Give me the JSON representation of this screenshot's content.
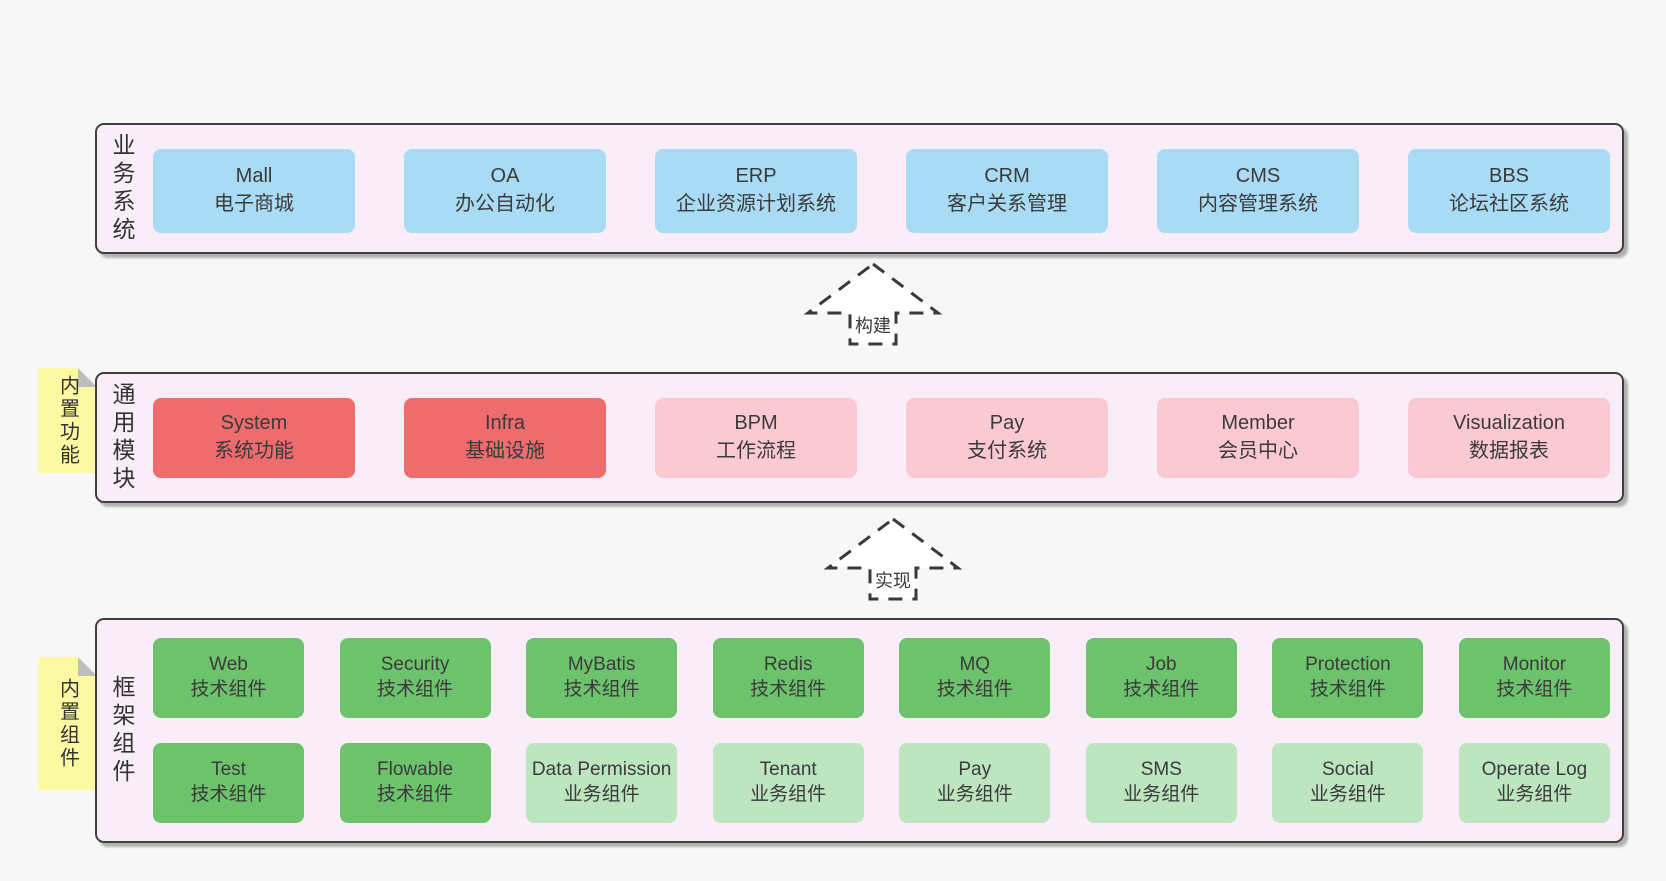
{
  "colors": {
    "page_bg": "#f7f7f7",
    "container_bg": "#f9edf7",
    "container_border": "#3f3f3f",
    "blue_box": "#a9dbf5",
    "red_box": "#ee6b6e",
    "pink_box": "#fbc9d3",
    "green_box": "#6cc36c",
    "light_green_box": "#bce5c0",
    "sticky_yellow": "#fbfaa3",
    "text": "#3b3b3b"
  },
  "arrows": {
    "build": {
      "label": "构建"
    },
    "implement": {
      "label": "实现"
    }
  },
  "sections": {
    "business": {
      "side_label": "业务系统",
      "boxes": [
        {
          "title": "Mall",
          "subtitle": "电子商城",
          "variant": "blue"
        },
        {
          "title": "OA",
          "subtitle": "办公自动化",
          "variant": "blue"
        },
        {
          "title": "ERP",
          "subtitle": "企业资源计划系统",
          "variant": "blue"
        },
        {
          "title": "CRM",
          "subtitle": "客户关系管理",
          "variant": "blue"
        },
        {
          "title": "CMS",
          "subtitle": "内容管理系统",
          "variant": "blue"
        },
        {
          "title": "BBS",
          "subtitle": "论坛社区系统",
          "variant": "blue"
        }
      ]
    },
    "modules": {
      "side_label": "通用模块",
      "sticky_label": "内置功能",
      "boxes": [
        {
          "title": "System",
          "subtitle": "系统功能",
          "variant": "red"
        },
        {
          "title": "Infra",
          "subtitle": "基础设施",
          "variant": "red"
        },
        {
          "title": "BPM",
          "subtitle": "工作流程",
          "variant": "pink"
        },
        {
          "title": "Pay",
          "subtitle": "支付系统",
          "variant": "pink"
        },
        {
          "title": "Member",
          "subtitle": "会员中心",
          "variant": "pink"
        },
        {
          "title": "Visualization",
          "subtitle": "数据报表",
          "variant": "pink"
        }
      ]
    },
    "components": {
      "side_label": "框架组件",
      "sticky_label": "内置组件",
      "row1": [
        {
          "title": "Web",
          "subtitle": "技术组件",
          "variant": "green"
        },
        {
          "title": "Security",
          "subtitle": "技术组件",
          "variant": "green"
        },
        {
          "title": "MyBatis",
          "subtitle": "技术组件",
          "variant": "green"
        },
        {
          "title": "Redis",
          "subtitle": "技术组件",
          "variant": "green"
        },
        {
          "title": "MQ",
          "subtitle": "技术组件",
          "variant": "green"
        },
        {
          "title": "Job",
          "subtitle": "技术组件",
          "variant": "green"
        },
        {
          "title": "Protection",
          "subtitle": "技术组件",
          "variant": "green"
        },
        {
          "title": "Monitor",
          "subtitle": "技术组件",
          "variant": "green"
        }
      ],
      "row2": [
        {
          "title": "Test",
          "subtitle": "技术组件",
          "variant": "green"
        },
        {
          "title": "Flowable",
          "subtitle": "技术组件",
          "variant": "green"
        },
        {
          "title": "Data Permission",
          "subtitle": "业务组件",
          "variant": "light-green"
        },
        {
          "title": "Tenant",
          "subtitle": "业务组件",
          "variant": "light-green"
        },
        {
          "title": "Pay",
          "subtitle": "业务组件",
          "variant": "light-green"
        },
        {
          "title": "SMS",
          "subtitle": "业务组件",
          "variant": "light-green"
        },
        {
          "title": "Social",
          "subtitle": "业务组件",
          "variant": "light-green"
        },
        {
          "title": "Operate Log",
          "subtitle": "业务组件",
          "variant": "light-green"
        }
      ]
    }
  }
}
